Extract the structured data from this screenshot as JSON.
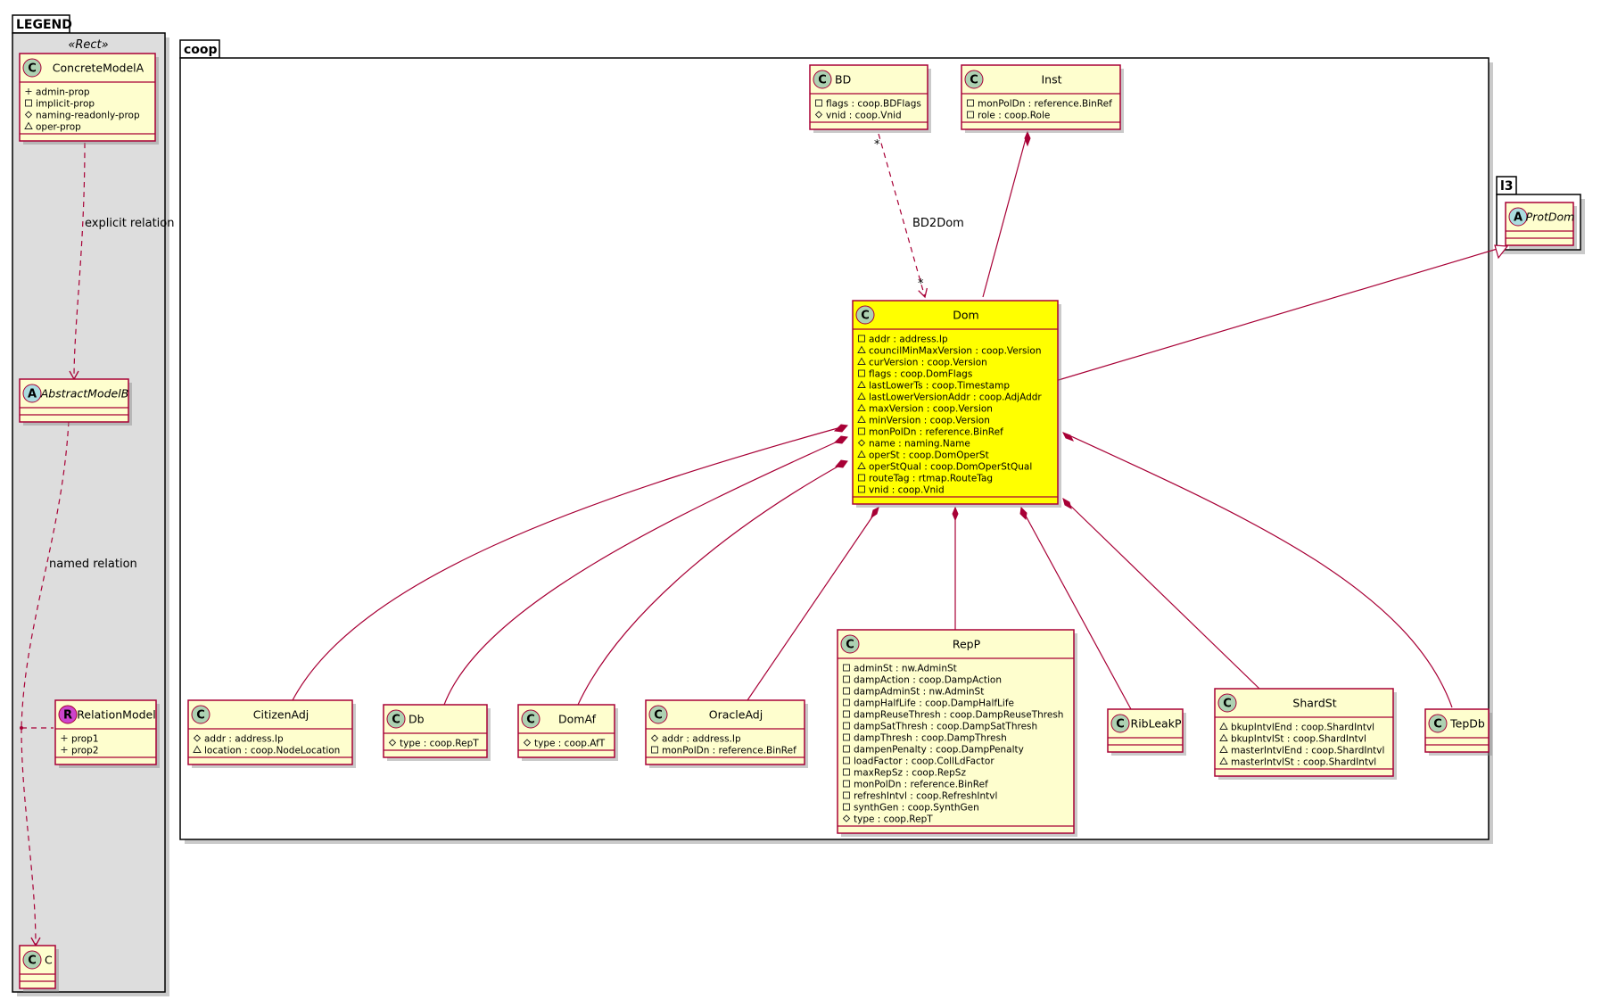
{
  "packages": {
    "legend": {
      "title": "LEGEND",
      "stereotype": "«Rect»"
    },
    "coop": {
      "title": "coop"
    },
    "l3": {
      "title": "l3"
    }
  },
  "classes": {
    "concrete_model_a": {
      "name": "ConcreteModelA",
      "kind": "C",
      "attrs": [
        {
          "vis": "+",
          "text": "admin-prop"
        },
        {
          "vis": "-",
          "text": "implicit-prop"
        },
        {
          "vis": "#",
          "text": "naming-readonly-prop"
        },
        {
          "vis": "~",
          "text": "oper-prop"
        }
      ]
    },
    "abstract_model_b": {
      "name": "AbstractModelB",
      "kind": "A",
      "attrs": []
    },
    "relation_model": {
      "name": "RelationModel",
      "kind": "R",
      "attrs": [
        {
          "vis": "+",
          "text": "prop1"
        },
        {
          "vis": "+",
          "text": "prop2"
        }
      ]
    },
    "c": {
      "name": "C",
      "kind": "C",
      "attrs": []
    },
    "bd": {
      "name": "BD",
      "kind": "C",
      "attrs": [
        {
          "vis": "-",
          "text": "flags : coop.BDFlags"
        },
        {
          "vis": "#",
          "text": "vnid : coop.Vnid"
        }
      ]
    },
    "inst": {
      "name": "Inst",
      "kind": "C",
      "attrs": [
        {
          "vis": "-",
          "text": "monPolDn : reference.BinRef"
        },
        {
          "vis": "-",
          "text": "role : coop.Role"
        }
      ]
    },
    "prot_dom": {
      "name": "ProtDom",
      "kind": "A",
      "attrs": []
    },
    "dom": {
      "name": "Dom",
      "kind": "C",
      "attrs": [
        {
          "vis": "-",
          "text": "addr : address.Ip"
        },
        {
          "vis": "~",
          "text": "councilMinMaxVersion : coop.Version"
        },
        {
          "vis": "~",
          "text": "curVersion : coop.Version"
        },
        {
          "vis": "-",
          "text": "flags : coop.DomFlags"
        },
        {
          "vis": "~",
          "text": "lastLowerTs : coop.Timestamp"
        },
        {
          "vis": "~",
          "text": "lastLowerVersionAddr : coop.AdjAddr"
        },
        {
          "vis": "~",
          "text": "maxVersion : coop.Version"
        },
        {
          "vis": "~",
          "text": "minVersion : coop.Version"
        },
        {
          "vis": "-",
          "text": "monPolDn : reference.BinRef"
        },
        {
          "vis": "#",
          "text": "name : naming.Name"
        },
        {
          "vis": "~",
          "text": "operSt : coop.DomOperSt"
        },
        {
          "vis": "~",
          "text": "operStQual : coop.DomOperStQual"
        },
        {
          "vis": "-",
          "text": "routeTag : rtmap.RouteTag"
        },
        {
          "vis": "-",
          "text": "vnid : coop.Vnid"
        }
      ]
    },
    "citizen_adj": {
      "name": "CitizenAdj",
      "kind": "C",
      "attrs": [
        {
          "vis": "#",
          "text": "addr : address.Ip"
        },
        {
          "vis": "~",
          "text": "location : coop.NodeLocation"
        }
      ]
    },
    "db": {
      "name": "Db",
      "kind": "C",
      "attrs": [
        {
          "vis": "#",
          "text": "type : coop.RepT"
        }
      ]
    },
    "dom_af": {
      "name": "DomAf",
      "kind": "C",
      "attrs": [
        {
          "vis": "#",
          "text": "type : coop.AfT"
        }
      ]
    },
    "oracle_adj": {
      "name": "OracleAdj",
      "kind": "C",
      "attrs": [
        {
          "vis": "#",
          "text": "addr : address.Ip"
        },
        {
          "vis": "-",
          "text": "monPolDn : reference.BinRef"
        }
      ]
    },
    "rep_p": {
      "name": "RepP",
      "kind": "C",
      "attrs": [
        {
          "vis": "-",
          "text": "adminSt : nw.AdminSt"
        },
        {
          "vis": "-",
          "text": "dampAction : coop.DampAction"
        },
        {
          "vis": "-",
          "text": "dampAdminSt : nw.AdminSt"
        },
        {
          "vis": "-",
          "text": "dampHalfLife : coop.DampHalfLife"
        },
        {
          "vis": "-",
          "text": "dampReuseThresh : coop.DampReuseThresh"
        },
        {
          "vis": "-",
          "text": "dampSatThresh : coop.DampSatThresh"
        },
        {
          "vis": "-",
          "text": "dampThresh : coop.DampThresh"
        },
        {
          "vis": "-",
          "text": "dampenPenalty : coop.DampPenalty"
        },
        {
          "vis": "-",
          "text": "loadFactor : coop.CollLdFactor"
        },
        {
          "vis": "-",
          "text": "maxRepSz : coop.RepSz"
        },
        {
          "vis": "-",
          "text": "monPolDn : reference.BinRef"
        },
        {
          "vis": "-",
          "text": "refreshIntvl : coop.RefreshIntvl"
        },
        {
          "vis": "-",
          "text": "synthGen : coop.SynthGen"
        },
        {
          "vis": "#",
          "text": "type : coop.RepT"
        }
      ]
    },
    "rib_leak_p": {
      "name": "RibLeakP",
      "kind": "C",
      "attrs": []
    },
    "shard_st": {
      "name": "ShardSt",
      "kind": "C",
      "attrs": [
        {
          "vis": "~",
          "text": "bkupIntvlEnd : coop.ShardIntvl"
        },
        {
          "vis": "~",
          "text": "bkupIntvlSt : coop.ShardIntvl"
        },
        {
          "vis": "~",
          "text": "masterIntvlEnd : coop.ShardIntvl"
        },
        {
          "vis": "~",
          "text": "masterIntvlSt : coop.ShardIntvl"
        }
      ]
    },
    "tep_db": {
      "name": "TepDb",
      "kind": "C",
      "attrs": []
    }
  },
  "relations": {
    "explicit_label": "explicit relation",
    "named_label": "named relation",
    "bd2dom_label": "BD2Dom",
    "bd2dom_src_mult": "*",
    "bd2dom_dst_mult": "*"
  },
  "colors": {
    "class_fill": "#fefece",
    "highlight_fill": "#ffff00",
    "border": "#a80036",
    "legend_bg": "#dddddd"
  }
}
